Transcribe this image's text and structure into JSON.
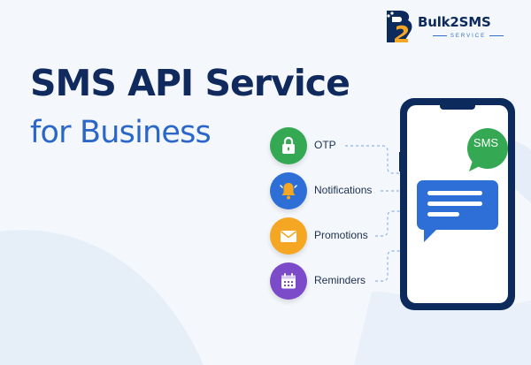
{
  "brand": {
    "name": "Bulk2SMS",
    "tagline": "SERVICE"
  },
  "headline": {
    "line1": "SMS API Service",
    "line2": "for Business"
  },
  "features": [
    {
      "label": "OTP",
      "icon": "lock-icon",
      "color": "#34a853"
    },
    {
      "label": "Notifications",
      "icon": "bell-icon",
      "color": "#2d6fd6"
    },
    {
      "label": "Promotions",
      "icon": "envelope-icon",
      "color": "#f5a623"
    },
    {
      "label": "Reminders",
      "icon": "calendar-icon",
      "color": "#7b4bc9"
    }
  ],
  "phone": {
    "bubble_label": "SMS",
    "bubble_color": "#34a853",
    "message_color": "#2d6fd6",
    "frame_color": "#0d2a5c"
  },
  "colors": {
    "navy": "#102a5e",
    "blue": "#2b67c8",
    "background": "#f4f8fc"
  }
}
